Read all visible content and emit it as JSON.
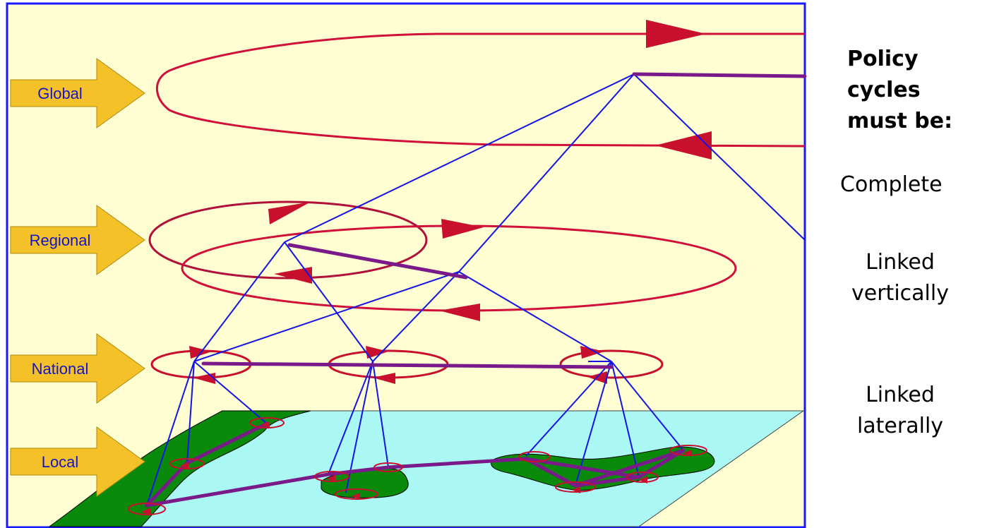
{
  "levels": {
    "global": "Global",
    "regional": "Regional",
    "national": "National",
    "local": "Local"
  },
  "side": {
    "title_line1": "Policy",
    "title_line2": "cycles",
    "title_line3": "must be:",
    "item1": "Complete",
    "item2_line1": "Linked",
    "item2_line2": "vertically",
    "item3_line1": "Linked",
    "item3_line2": "laterally"
  },
  "colors": {
    "background": "#fefed2",
    "frame": "#1a1aff",
    "arrow_fill": "#f5c128",
    "cycle": "#d0103a",
    "vertical_link": "#1414e6",
    "lateral_link": "#7a1a8a",
    "water": "#aaf7f3",
    "land": "#0a8a0a"
  }
}
